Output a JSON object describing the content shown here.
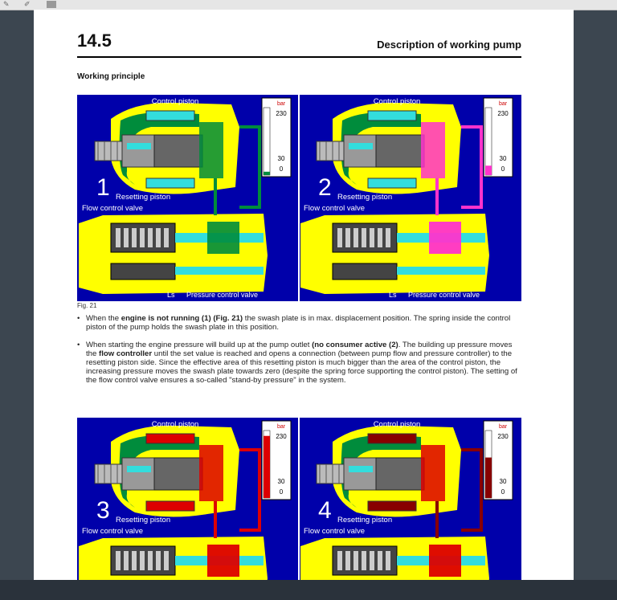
{
  "heading": {
    "section_number": "14.5",
    "section_title": "Description of working pump"
  },
  "subheading": "Working principle",
  "figure_top": {
    "caption": "Fig. 21",
    "panels": [
      {
        "number": "1",
        "label_control": "Control piston",
        "label_resetting": "Resetting piston",
        "label_flow": "Flow control valve",
        "label_ls": "Ls",
        "label_pressure": "Pressure control valve",
        "gauge": {
          "unit": "bar",
          "top": "230",
          "mid": "30",
          "low": "0",
          "level": 0.05
        }
      },
      {
        "number": "2",
        "label_control": "Control piston",
        "label_resetting": "Resetting piston",
        "label_flow": "Flow control valve",
        "label_ls": "Ls",
        "label_pressure": "Pressure control valve",
        "gauge": {
          "unit": "bar",
          "top": "230",
          "mid": "30",
          "low": "0",
          "level": 0.14
        }
      }
    ]
  },
  "bullets": [
    {
      "runs": [
        {
          "t": "When the "
        },
        {
          "t": "engine is not running (1) (Fig. 21)",
          "b": true
        },
        {
          "t": " the swash plate is in max. displacement position. The spring inside the control piston of the pump holds the swash plate in this position."
        }
      ]
    },
    {
      "runs": [
        {
          "t": "When starting the engine pressure will build up at the pump outlet "
        },
        {
          "t": "(no consumer active (2)",
          "b": true
        },
        {
          "t": ". The building up pressure moves the "
        },
        {
          "t": "flow controller",
          "b": true
        },
        {
          "t": " until the set value is reached and opens a connection (between pump flow and pressure controller) to the resetting piston side. Since the effective area of this resetting piston is much bigger than the area of the control piston, the increasing pressure moves the swash plate towards zero (despite the spring force supporting the control piston). The setting of the flow control valve ensures a so-called \"stand-by pressure\" in the system."
        }
      ]
    }
  ],
  "figure_bottom": {
    "panels": [
      {
        "number": "3",
        "label_control": "Control piston",
        "label_resetting": "Resetting piston",
        "label_flow": "Flow control valve",
        "gauge": {
          "unit": "bar",
          "top": "230",
          "mid": "30",
          "low": "0",
          "level": 0.92
        }
      },
      {
        "number": "4",
        "label_control": "Control piston",
        "label_resetting": "Resetting piston",
        "label_flow": "Flow control valve",
        "gauge": {
          "unit": "bar",
          "top": "230",
          "mid": "30",
          "low": "0",
          "level": 0.6
        }
      }
    ]
  },
  "colors": {
    "bg_blue": "#0000aa",
    "housing": "#ffff00",
    "green": "#008c3c",
    "cyan": "#33dddd",
    "magenta": "#ff33cc",
    "red": "#dd0000",
    "darkred": "#880000"
  }
}
